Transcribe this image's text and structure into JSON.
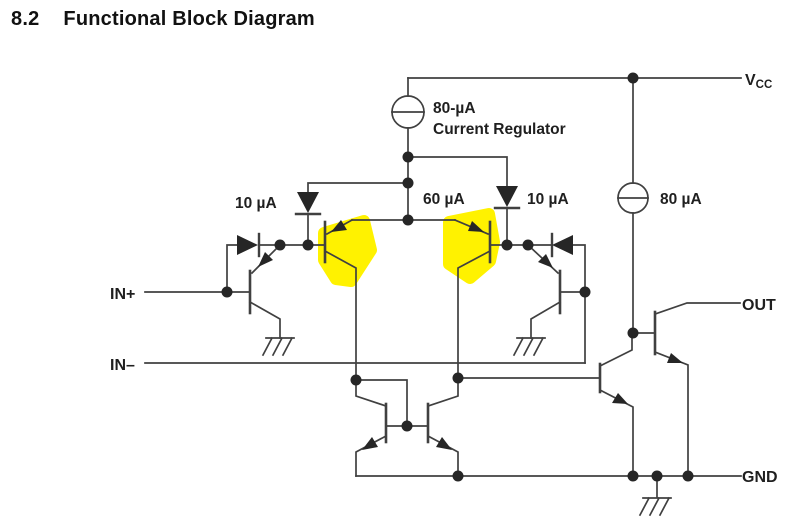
{
  "title": {
    "number": "8.2",
    "text": "Functional Block Diagram"
  },
  "labels": {
    "vcc_v": "V",
    "vcc_sub": "CC",
    "regulator_value": "80-µA",
    "regulator_name": "Current Regulator",
    "left_diode_current": "10 µA",
    "tail_current": "60 µA",
    "right_diode_current": "10 µA",
    "bias_current": "80 µA",
    "in_plus": "IN+",
    "in_minus": "IN–",
    "out": "OUT",
    "gnd": "GND"
  },
  "colors": {
    "highlight": "#FFF200",
    "wire": "#404040",
    "ink": "#262626"
  }
}
